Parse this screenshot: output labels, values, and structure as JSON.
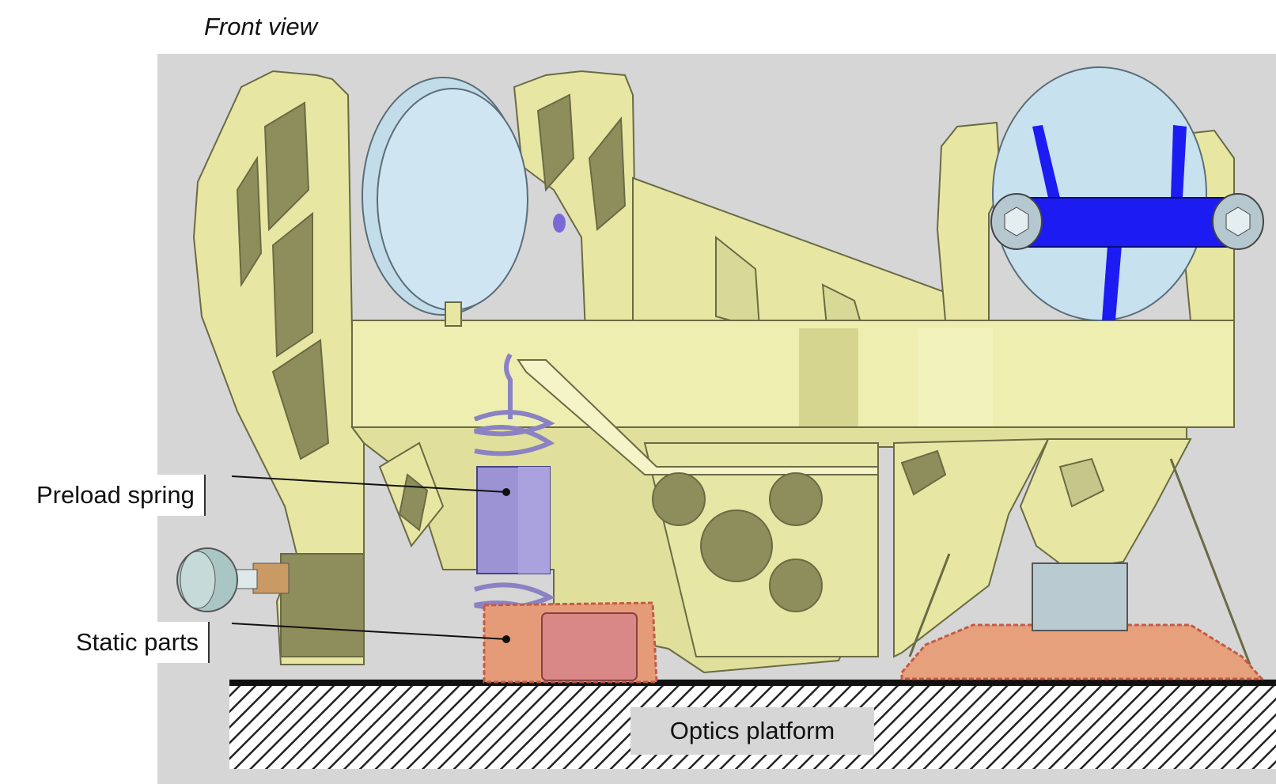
{
  "title": "Front view",
  "labels": {
    "preload_spring": "Preload spring",
    "static_parts": "Static parts",
    "optics_platform": "Optics platform"
  },
  "colors": {
    "background": "#d6d6d6",
    "frame": "#e9e9a6",
    "frame_shadow": "#8c8c5c",
    "mirror": "#c7e1ef",
    "clamp": "#1c1cf2",
    "spring": "#9089c8",
    "static_parts": "#e08a6a",
    "hatch": "#222222"
  }
}
